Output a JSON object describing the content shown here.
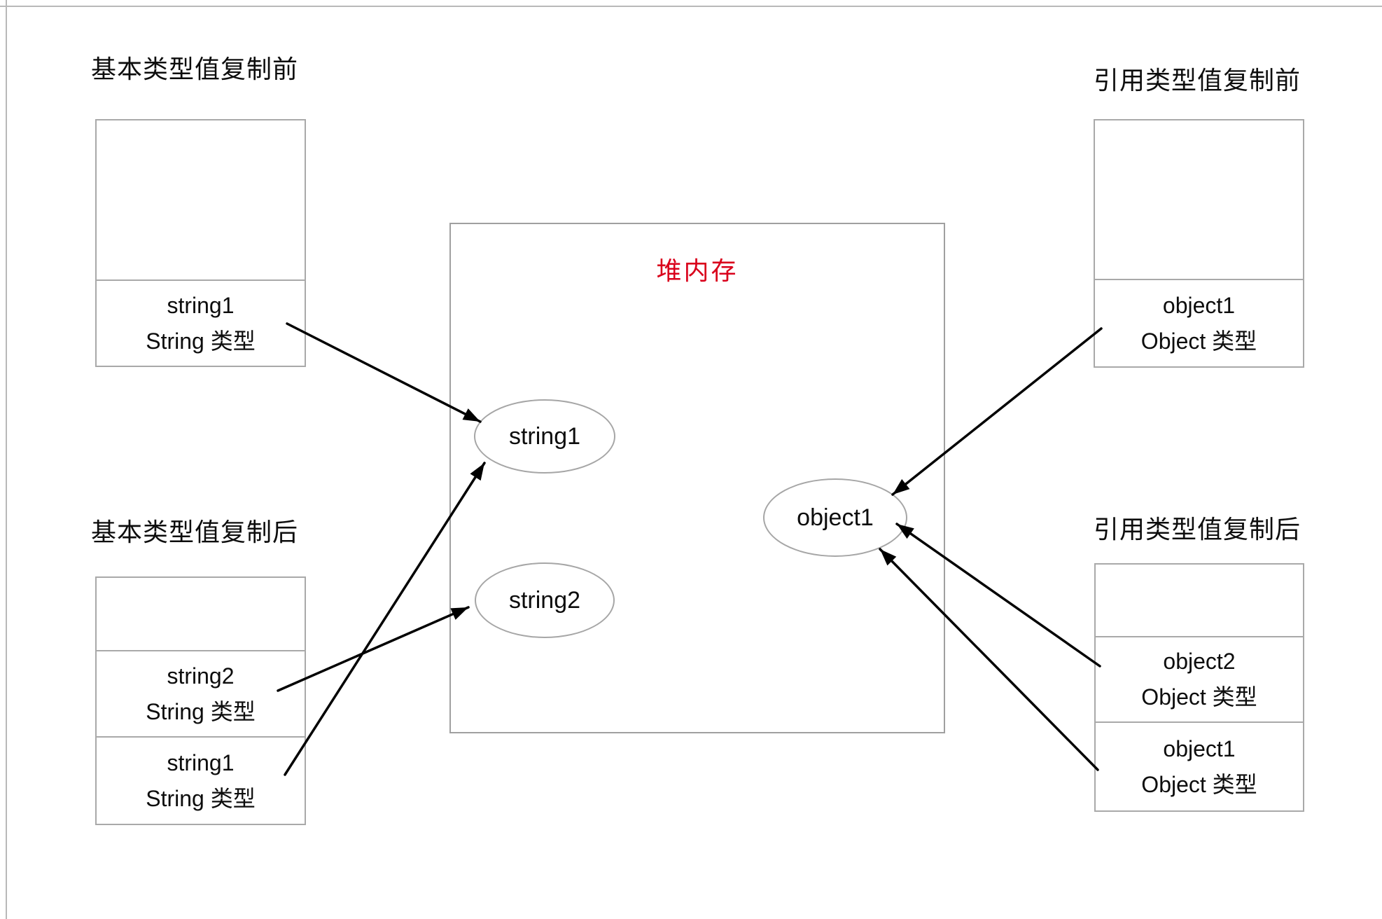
{
  "colors": {
    "heap_title_red": "#d9001b",
    "box_border_gray": "#a9a9a9",
    "arrow_black": "#000000"
  },
  "labels": {
    "basic_before": "基本类型值复制前",
    "basic_after": "基本类型值复制后",
    "ref_before": "引用类型值复制前",
    "ref_after": "引用类型值复制后"
  },
  "heap": {
    "title": "堆内存",
    "nodes": {
      "string1": "string1",
      "string2": "string2",
      "object1": "object1"
    }
  },
  "boxes": {
    "basic_before": {
      "rows": [
        {
          "name": "string1",
          "type": "String 类型"
        }
      ]
    },
    "basic_after": {
      "rows": [
        {
          "name": "string2",
          "type": "String 类型"
        },
        {
          "name": "string1",
          "type": "String 类型"
        }
      ]
    },
    "ref_before": {
      "rows": [
        {
          "name": "object1",
          "type": "Object 类型"
        }
      ]
    },
    "ref_after": {
      "rows": [
        {
          "name": "object2",
          "type": "Object 类型"
        },
        {
          "name": "object1",
          "type": "Object 类型"
        }
      ]
    }
  }
}
